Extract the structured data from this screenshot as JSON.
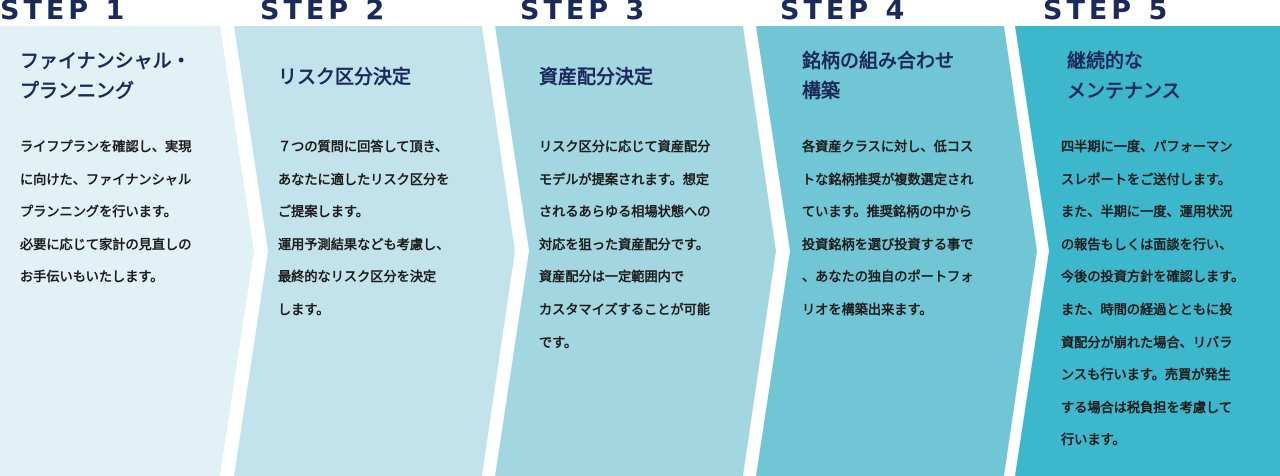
{
  "steps": [
    {
      "label": "STEP 1",
      "title": "ファイナンシャル・\nプランニング",
      "body": "ライフプランを確認し、実現\nに向けた、ファイナンシャル\nプランニングを行います。\n必要に応じて家計の見直しの\nお手伝いもいたします。"
    },
    {
      "label": "STEP 2",
      "title": "リスク区分決定",
      "body": "７つの質問に回答して頂き、\nあなたに適したリスク区分を\nご提案します。\n運用予測結果なども考慮し、\n最終的なリスク区分を決定\nします。"
    },
    {
      "label": "STEP 3",
      "title": "資産配分決定",
      "body": "リスク区分に応じて資産配分\nモデルが提案されます。想定\nされるあらゆる相場状態への\n対応を狙った資産配分です。\n資産配分は一定範囲内で\nカスタマイズすることが可能\nです。"
    },
    {
      "label": "STEP 4",
      "title": "銘柄の組み合わせ\n構築",
      "body": "各資産クラスに対し、低コス\nトな銘柄推奨が複数選定され\nています。推奨銘柄の中から\n投資銘柄を選び投資する事で\n、あなたの独自のポートフォ\nリオを構築出来ます。"
    },
    {
      "label": "STEP 5",
      "title": "継続的な\nメンテナンス",
      "body": "四半期に一度、パフォーマン\nスレポートをご送付します。\nまた、半期に一度、運用状況\nの報告もしくは面談を行い、\n今後の投資方針を確認します。\nまた、時間の経過とともに投\n資配分が崩れた場合、リバラ\nンスも行います。売買が発生\nする場合は税負担を考慮して\n行います。"
    }
  ]
}
